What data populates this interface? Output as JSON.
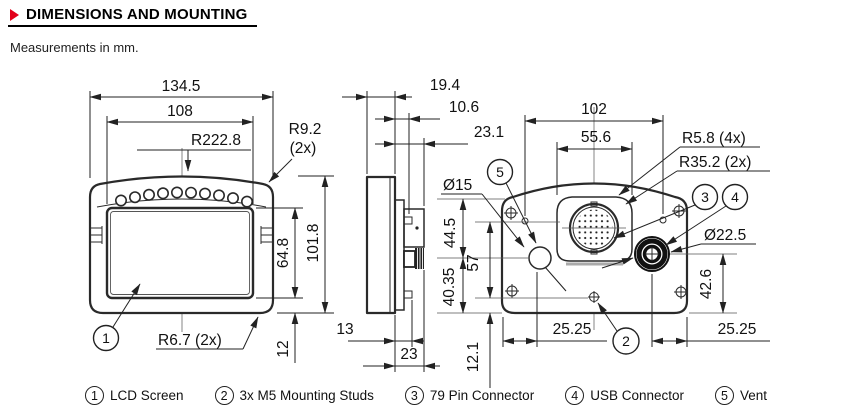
{
  "header": {
    "title": "DIMENSIONS AND MOUNTING",
    "subtitle": "Measurements in mm.",
    "accent_color": "#e2001a"
  },
  "front": {
    "width": "134.5",
    "screen_width": "108",
    "top_radius": "R222.8",
    "corner_radius_top": "R9.2",
    "corner_radius_top_qty": "(2x)",
    "height": "101.8",
    "screen_height": "64.8",
    "bottom_gap": "12",
    "corner_radius_bottom": "R6.7 (2x)",
    "callout_screen": "1"
  },
  "side": {
    "depth": "19.4",
    "stud_base_depth": "10.6",
    "connector_depth": "23.1",
    "stud_length": "13",
    "connector_length": "23"
  },
  "back": {
    "pin_spacing": "102",
    "pad_width": "55.6",
    "pad_radius": "R5.8 (4x)",
    "body_radius": "R35.2 (2x)",
    "vent_dia": "Ø15",
    "vent_from_top": "44.5",
    "stud_rows": "57",
    "vent_from_bottom": "40.35",
    "stud_from_bottom": "12.1",
    "usb_dia": "Ø22.5",
    "usb_from_bottom": "42.6",
    "left_offset": "25.25",
    "right_offset": "25.25",
    "callout_vent": "5",
    "callout_pin": "3",
    "callout_usb": "4",
    "callout_stud": "2"
  },
  "legend": [
    {
      "num": "1",
      "label": "LCD Screen"
    },
    {
      "num": "2",
      "label": "3x M5 Mounting Studs"
    },
    {
      "num": "3",
      "label": "79 Pin Connector"
    },
    {
      "num": "4",
      "label": "USB Connector"
    },
    {
      "num": "5",
      "label": "Vent"
    }
  ]
}
